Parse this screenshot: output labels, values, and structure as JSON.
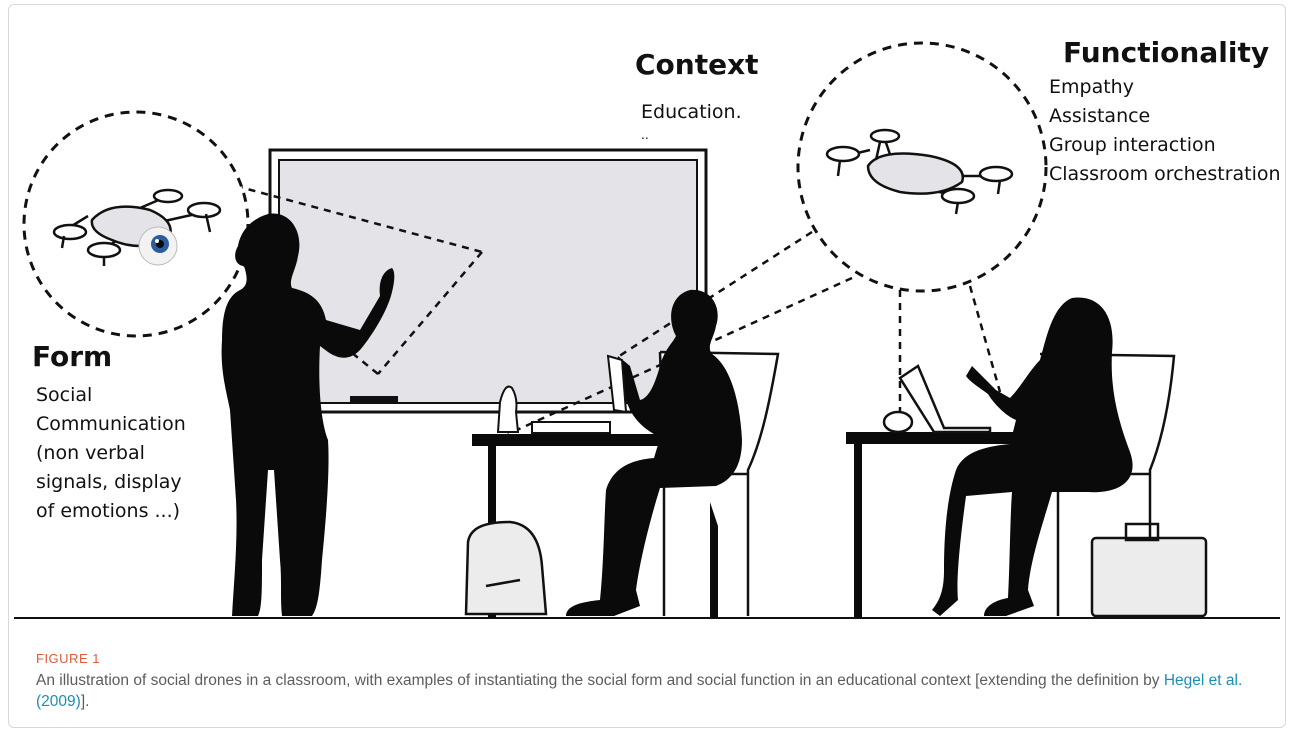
{
  "figure": {
    "label": "FIGURE 1",
    "caption_prefix": "An illustration of social drones in a classroom, with examples of instantiating the social form and social function in an educational context [extending the definition by ",
    "caption_link": "Hegel et al. (2009)",
    "caption_suffix": "]."
  },
  "illustration": {
    "context": {
      "title": "Context",
      "items": [
        "Education.",
        ".."
      ]
    },
    "functionality": {
      "title": "Functionality",
      "items": [
        "Empathy",
        "Assistance",
        "Group interaction",
        "Classroom orchestration"
      ]
    },
    "form": {
      "title": "Form",
      "items": [
        "Social",
        "Communication",
        "(non verbal",
        "signals, display",
        "of emotions ...)"
      ]
    }
  },
  "colors": {
    "ink": "#111111",
    "board_fill": "#e4e4e8",
    "caption_label": "#e05a3a",
    "caption_text": "#5c5c5c",
    "link": "#1a8fb5"
  }
}
